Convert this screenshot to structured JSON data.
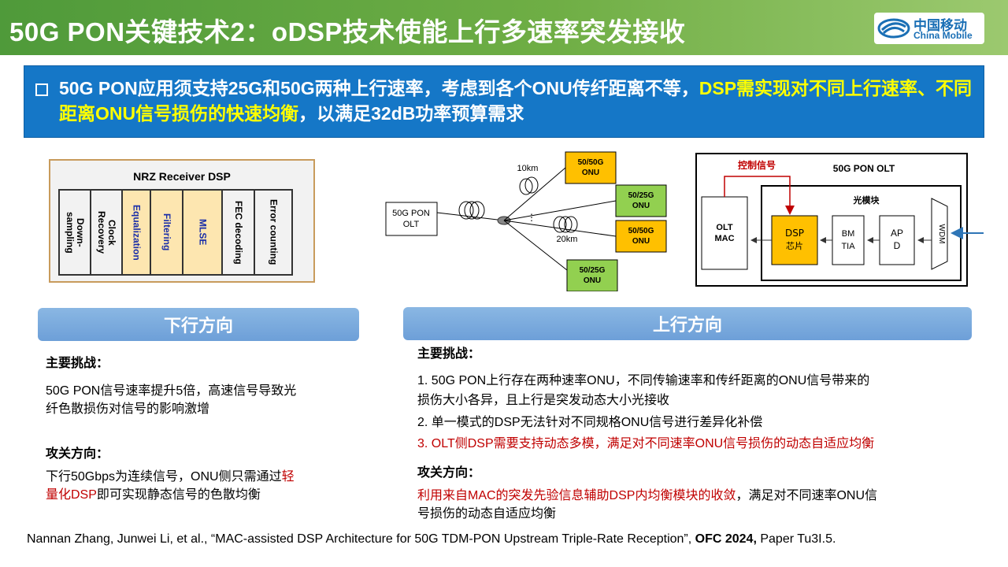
{
  "header": {
    "title": "50G PON关键技术2：oDSP技术使能上行多速率突发接收",
    "logo_cn": "中国移动",
    "logo_en": "China Mobile"
  },
  "banner": {
    "text_part1": "50G PON应用须支持25G和50G两种上行速率，考虑到各个ONU传纤距离不等，",
    "highlight": "DSP需实现对不同上行速率、不同距离ONU信号损伤的快速均衡",
    "text_part2": "，以满足32dB功率预算需求"
  },
  "nrz": {
    "title": "NRZ Receiver DSP",
    "blocks": [
      {
        "label": "Down-\nsampling",
        "style": "plain"
      },
      {
        "label": "Clock\nRecovery",
        "style": "plain"
      },
      {
        "label": "Equalization",
        "style": "yellow"
      },
      {
        "label": "Filtering",
        "style": "yellow"
      },
      {
        "label": "MLSE",
        "style": "yellow"
      },
      {
        "label": "FEC decoding",
        "style": "plain"
      },
      {
        "label": "Error counting",
        "style": "plain"
      }
    ]
  },
  "topology": {
    "olt": "50G PON\nOLT",
    "dist1": "10km",
    "dist2": "20km",
    "onus": [
      {
        "label": "50/50G\nONU",
        "color": "#ffc000"
      },
      {
        "label": "50/25G\nONU",
        "color": "#92d050"
      },
      {
        "label": "50/50G\nONU",
        "color": "#ffc000"
      },
      {
        "label": "50/25G\nONU",
        "color": "#92d050"
      }
    ]
  },
  "olt_block": {
    "title": "50G PON OLT",
    "control": "控制信号",
    "module": "光模块",
    "mac": "OLT\nMAC",
    "dsp": "DSP\n芯片",
    "bm": "BM\nTIA",
    "apd": "AP\nD",
    "wdm": "WDM"
  },
  "downlink": {
    "heading": "下行方向",
    "challenge_label": "主要挑战：",
    "challenge_line1": "50G PON信号速率提升5倍，高速信号导致光",
    "challenge_line2": "纤色散损伤对信号的影响激增",
    "direction_label": "攻关方向：",
    "direction_line1a": "下行50Gbps为连续信号，ONU侧只需通过",
    "direction_line1b": "轻",
    "direction_line2a": "量化DSP",
    "direction_line2b": "即可实现静态信号的色散均衡"
  },
  "uplink": {
    "heading": "上行方向",
    "challenge_label": "主要挑战：",
    "item1_line1": "1. 50G PON上行存在两种速率ONU，不同传输速率和传纤距离的ONU信号带来的",
    "item1_line2": "损伤大小各异，且上行是突发动态大小光接收",
    "item2": "2. 单一模式的DSP无法针对不同规格ONU信号进行差异化补偿",
    "item3": "3. OLT侧DSP需要支持动态多模，满足对不同速率ONU信号损伤的动态自适应均衡",
    "direction_label": "攻关方向：",
    "direction_line1a": "利用来自MAC的突发先验信息辅助DSP内均衡模块的收敛",
    "direction_line1b": "，满足对不同速率ONU信",
    "direction_line2": "号损伤的动态自适应均衡"
  },
  "footer": {
    "authors": "Nannan Zhang, Junwei Li, et al., “MAC-assisted DSP Architecture for 50G TDM-PON Upstream Triple-Rate Reception”, ",
    "venue": "OFC 2024,",
    "paper": " Paper Tu3I.5."
  }
}
